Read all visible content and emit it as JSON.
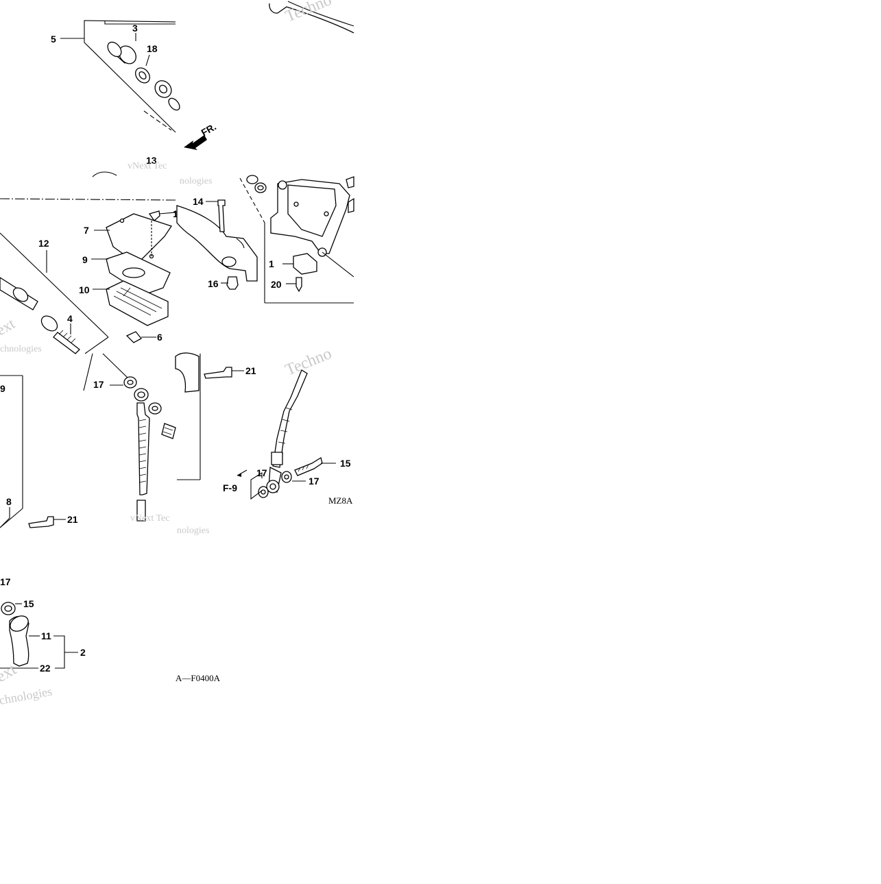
{
  "diagram": {
    "callouts": {
      "c1": "1",
      "c2": "2",
      "c3": "3",
      "c4": "4",
      "c5": "5",
      "c6": "6",
      "c7": "7",
      "c8": "8",
      "c9": "9",
      "c9b": "9",
      "c10": "10",
      "c11": "11",
      "c12": "12",
      "c13": "13",
      "c14": "14",
      "c15a": "15",
      "c15b": "15",
      "c16": "16",
      "c17a": "17",
      "c17b": "17",
      "c17c": "17",
      "c17d": "17",
      "c18": "18",
      "c19": "1",
      "c20": "20",
      "c21a": "21",
      "c21b": "21",
      "c22": "22"
    },
    "labels": {
      "front_arrow": "FR.",
      "ref_page": "F-9",
      "code_a": "MZ8A",
      "code_b": "A—F0400A"
    },
    "watermarks": {
      "wm1": "Techno",
      "wm2": "vNext Tec",
      "wm3": "nologies",
      "wm4": "ext",
      "wm5": "chnologies",
      "wm6": "Techno",
      "wm7": "vNext Tec",
      "wm8": "nologies",
      "wm9": "ext",
      "wm10": "chnologies"
    }
  }
}
